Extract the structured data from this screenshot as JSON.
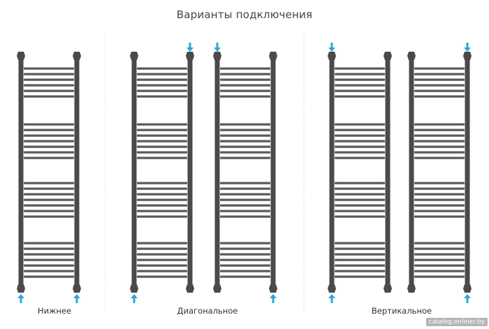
{
  "title": "Варианты подключения",
  "captions": {
    "bottom": "Нижнее",
    "diagonal": "Диагональное",
    "vertical": "Вертикальное"
  },
  "watermark": "catalog.onliner.by",
  "colors": {
    "rail": "#4a4a4a",
    "bar": "#5a5a5a",
    "arrow": "#2aa7d9",
    "divider": "#cfcfcf",
    "background": "#ffffff"
  },
  "icons": {
    "inlet": "arrow-down-icon",
    "outlet": "arrow-up-icon"
  },
  "radiators": [
    {
      "name": "radiator-bottom-connection",
      "arrows": [
        {
          "side": "left",
          "pos": "bottom",
          "dir": "up"
        },
        {
          "side": "right",
          "pos": "bottom",
          "dir": "up"
        }
      ]
    },
    {
      "name": "radiator-diagonal-connection-1",
      "arrows": [
        {
          "side": "right",
          "pos": "top",
          "dir": "down"
        },
        {
          "side": "left",
          "pos": "bottom",
          "dir": "up"
        }
      ]
    },
    {
      "name": "radiator-diagonal-connection-2",
      "arrows": [
        {
          "side": "left",
          "pos": "top",
          "dir": "down"
        },
        {
          "side": "right",
          "pos": "bottom",
          "dir": "up"
        }
      ]
    },
    {
      "name": "radiator-vertical-connection-1",
      "arrows": [
        {
          "side": "left",
          "pos": "top",
          "dir": "down"
        },
        {
          "side": "left",
          "pos": "bottom",
          "dir": "up"
        }
      ]
    },
    {
      "name": "radiator-vertical-connection-2",
      "arrows": [
        {
          "side": "right",
          "pos": "top",
          "dir": "down"
        },
        {
          "side": "right",
          "pos": "bottom",
          "dir": "up"
        }
      ]
    }
  ]
}
